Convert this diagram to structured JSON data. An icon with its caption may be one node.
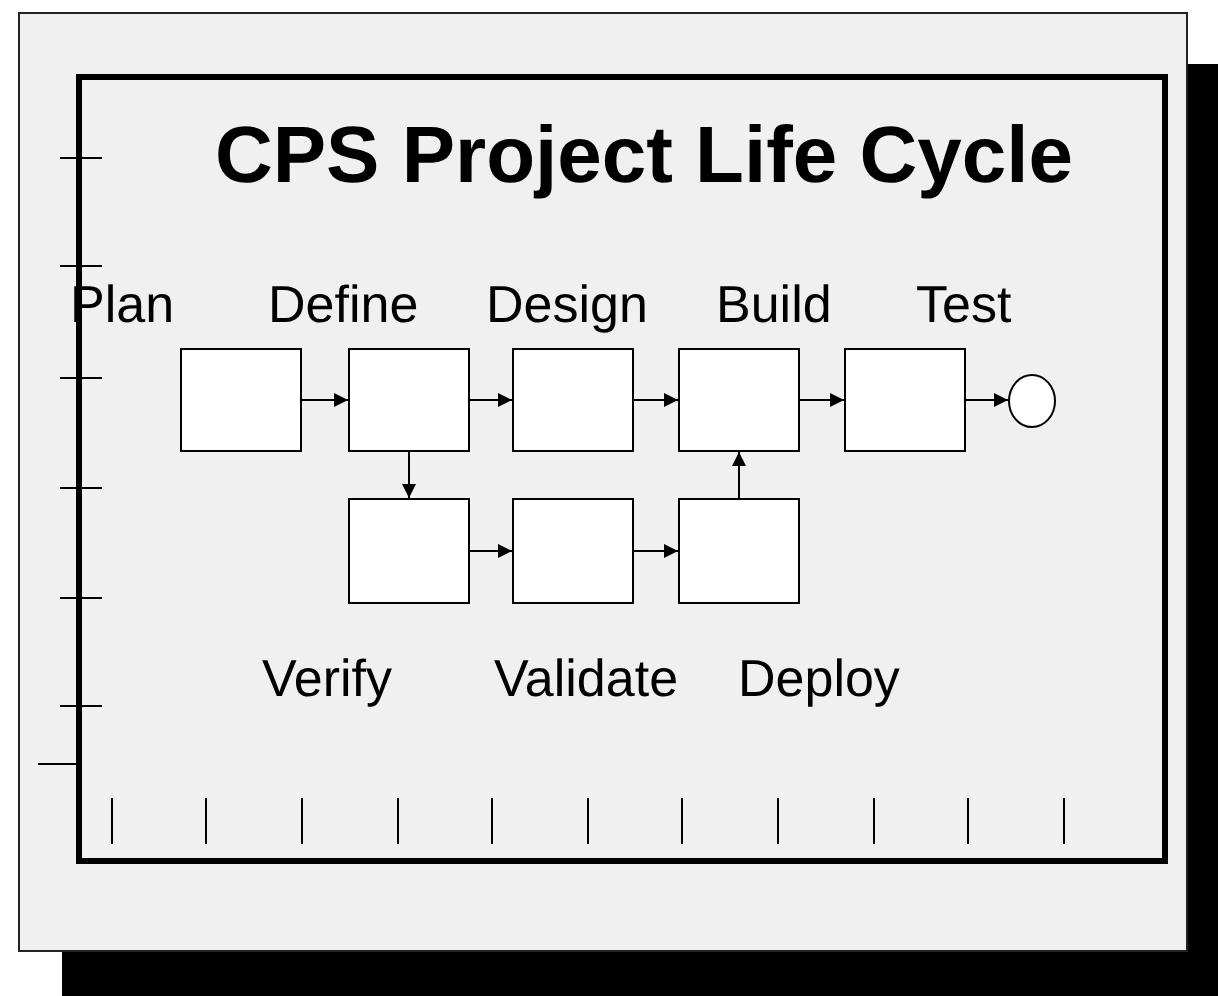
{
  "diagram": {
    "title": "CPS Project Life Cycle",
    "nodes": [
      {
        "text": [
          "Plan"
        ]
      },
      {
        "text": [
          "Define"
        ]
      },
      {
        "text": [
          "Design"
        ]
      },
      {
        "text": [
          "Build"
        ]
      },
      {
        "text": [
          "Test"
        ]
      },
      {
        "text": [],
        "shape": "circle"
      },
      {
        "text": [
          "Verify"
        ]
      },
      {
        "text": [
          "Validate"
        ]
      },
      {
        "text": [
          "Deploy"
        ]
      }
    ],
    "edges": [
      {
        "from": 0,
        "to": 1,
        "arrow": "to"
      },
      {
        "from": 1,
        "to": 2,
        "arrow": "to"
      },
      {
        "from": 2,
        "to": 3,
        "arrow": "to"
      },
      {
        "from": 3,
        "to": 4,
        "arrow": "to"
      },
      {
        "from": 4,
        "to": 5,
        "arrow": "to"
      },
      {
        "from": 1,
        "to": 6,
        "arrow": "to"
      },
      {
        "from": 6,
        "to": 7,
        "arrow": "to"
      },
      {
        "from": 7,
        "to": 8,
        "arrow": "to"
      },
      {
        "from": 8,
        "to": 3,
        "arrow": "to"
      }
    ]
  }
}
